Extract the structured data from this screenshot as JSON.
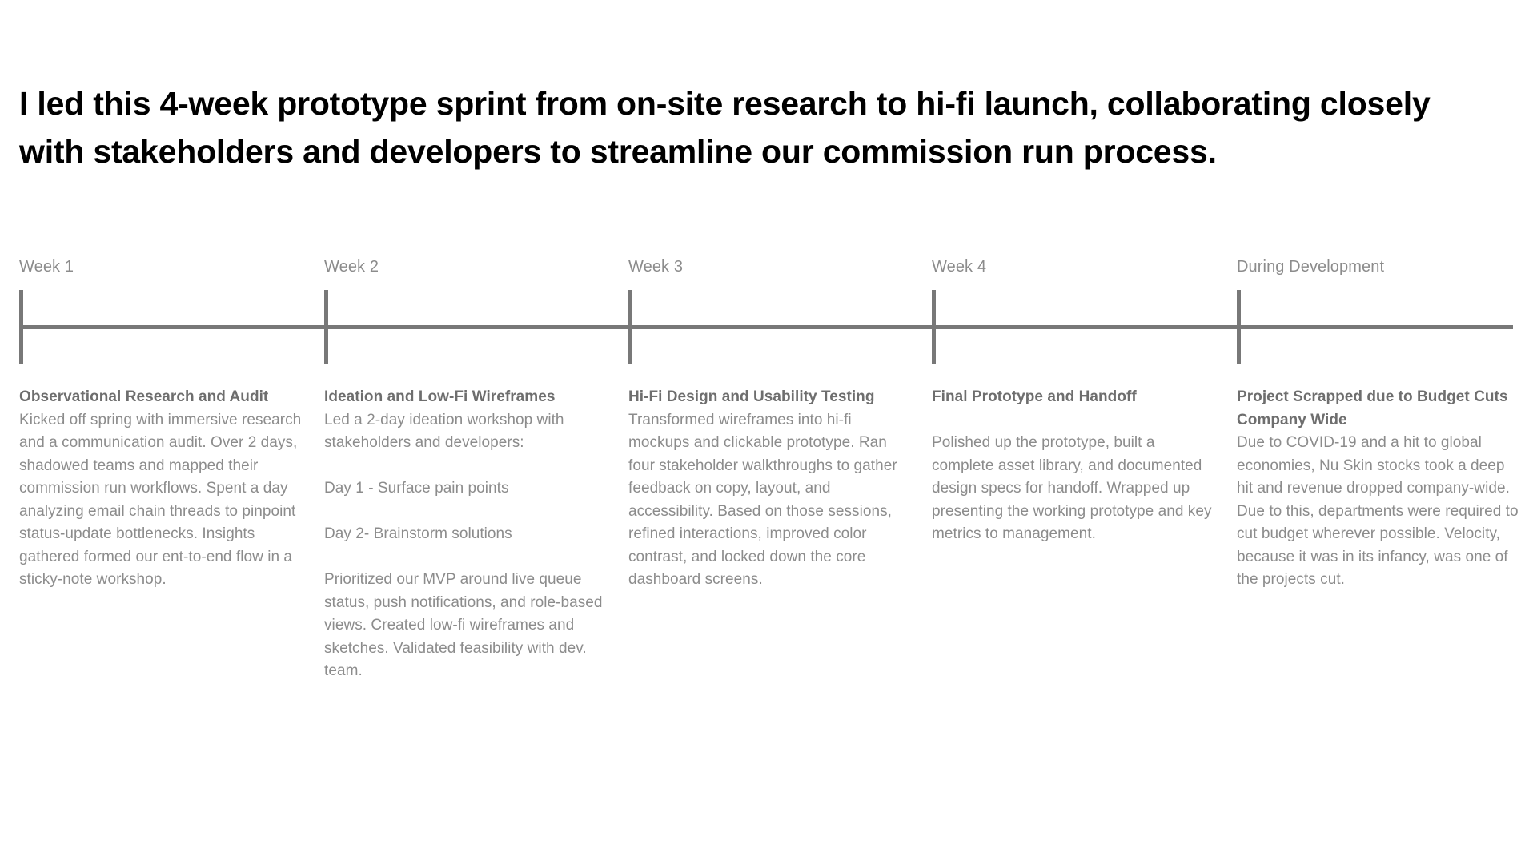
{
  "headline": "I led this 4-week prototype sprint from on-site research to hi-fi launch, collaborating closely with stakeholders and developers to streamline our commission run process.",
  "colors": {
    "headline": "#000000",
    "timeline_line": "#787878",
    "period_label": "#8c8c8c",
    "column_title": "#6e6e6e",
    "column_body": "#8c8c8c",
    "background": "#ffffff"
  },
  "timeline": {
    "periods": [
      {
        "label": "Week 1"
      },
      {
        "label": "Week 2"
      },
      {
        "label": "Week 3"
      },
      {
        "label": "Week 4"
      },
      {
        "label": "During Development"
      }
    ]
  },
  "columns": [
    {
      "title": "Observational Research and Audit",
      "body": "Kicked off spring with immersive research and a communication audit. Over 2 days, shadowed teams and mapped their commission run workflows. Spent a day analyzing email chain threads to pinpoint status-update bottlenecks. Insights gathered formed our ent-to-end flow in a sticky-note workshop."
    },
    {
      "title": "Ideation and Low-Fi Wireframes",
      "body": "Led a 2-day ideation workshop with stakeholders and developers:\n\nDay 1 - Surface pain points\n\nDay 2- Brainstorm solutions\n\nPrioritized our MVP around live queue status, push notifications, and role-based views. Created low-fi wireframes and sketches. Validated feasibility with dev. team."
    },
    {
      "title": "Hi-Fi Design and Usability Testing",
      "body": "Transformed wireframes into hi-fi mockups and clickable prototype. Ran four stakeholder walkthroughs to gather feedback on copy, layout, and accessibility. Based on those sessions, refined interactions, improved color contrast, and locked down the core dashboard screens."
    },
    {
      "title": "Final Prototype and Handoff",
      "body": "\nPolished up the prototype, built a complete asset library, and documented design specs for handoff. Wrapped up presenting the working prototype and key metrics to management."
    },
    {
      "title": "Project Scrapped due to Budget Cuts Company Wide",
      "body": "Due to COVID-19 and a hit to global economies, Nu Skin stocks took a deep hit and revenue dropped company-wide. Due to this, departments were required to cut budget wherever possible. Velocity, because it was in its infancy, was one of the projects cut."
    }
  ]
}
